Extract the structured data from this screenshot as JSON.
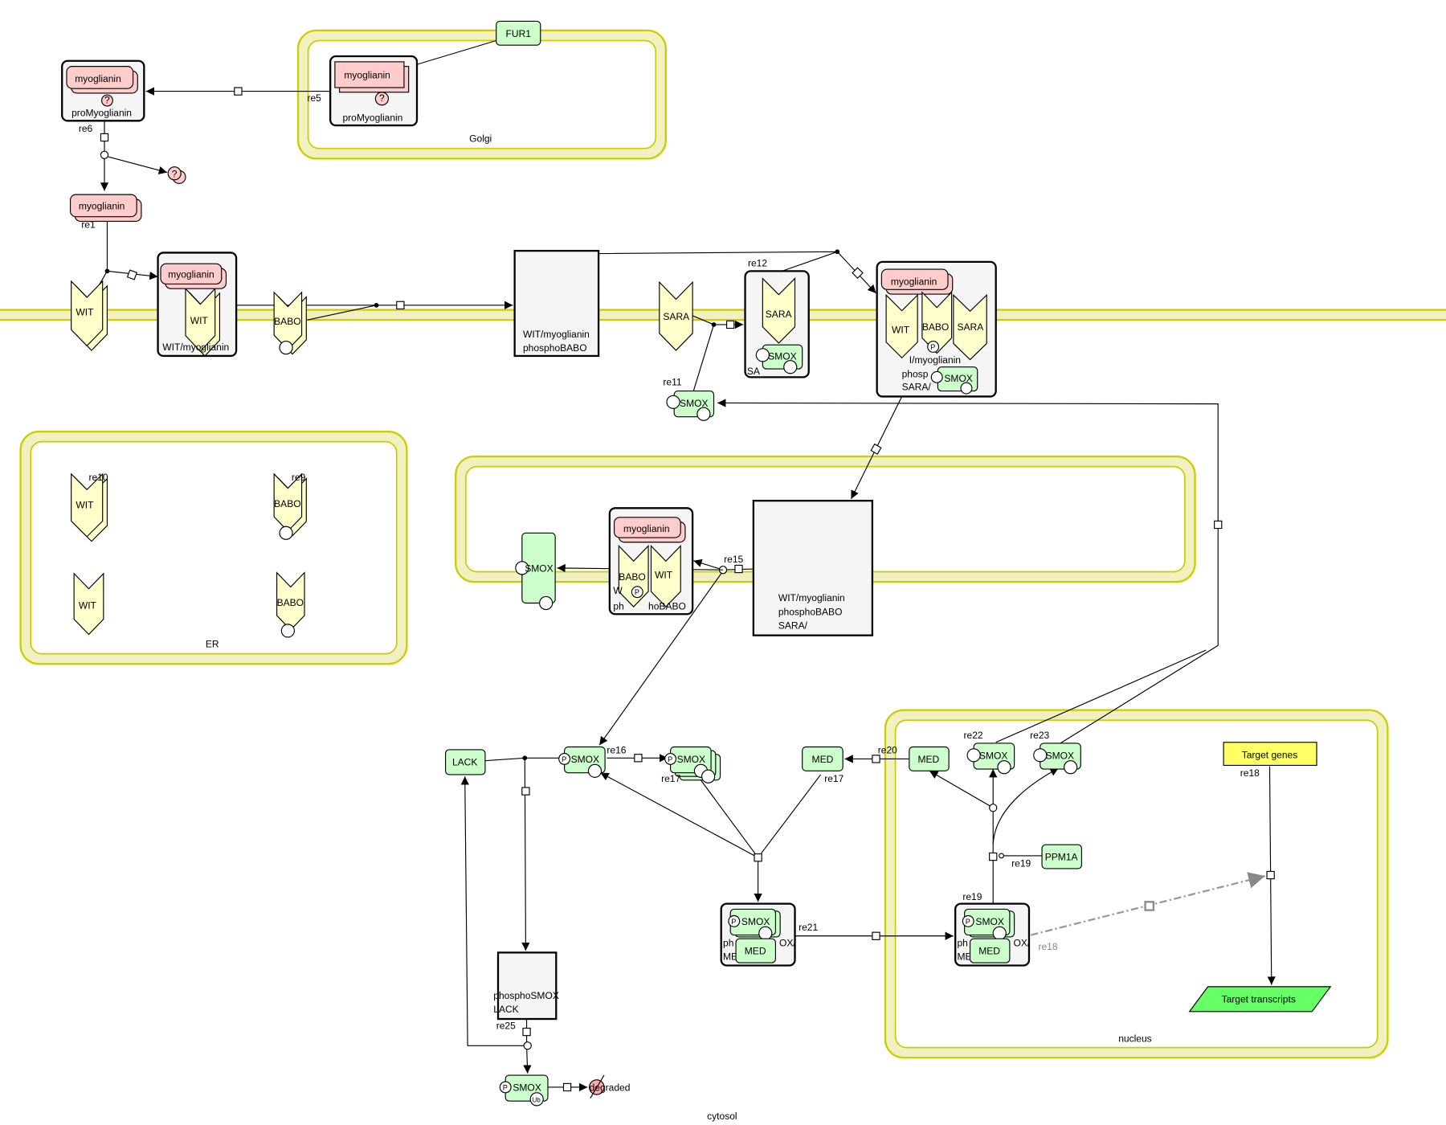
{
  "compartments": {
    "golgi": "Golgi",
    "er": "ER",
    "nucleus": "nucleus",
    "cytosol": "cytosol"
  },
  "species": {
    "fur1": "FUR1",
    "myoglianin": "myoglianin",
    "unknown": "?",
    "promyoglianin": "proMyoglianin",
    "wit": "WIT",
    "babo": "BABO",
    "sara": "SARA",
    "smox": "SMOX",
    "lack": "LACK",
    "med": "MED",
    "ppm1a": "PPM1A",
    "target_genes": "Target genes",
    "target_transcripts": "Target transcripts",
    "degraded": "degraded",
    "p": "P",
    "ub": "Ub"
  },
  "complexes": {
    "wit_myo": "WIT/myoglianin",
    "wit_myo_pbabo_1": "WIT/myoglianin",
    "wit_myo_pbabo_2": "phosphoBABO",
    "sara_smox_trunc": "SA",
    "big_1": "WIT/myoglianin",
    "big_2": "phosphoBABO",
    "big_3": "SARA/",
    "big_trunc_1": "I/myoglianin",
    "big_trunc_2": "phosp",
    "big_trunc_3": "SARA/",
    "mid_trunc_1": "W",
    "mid_trunc_2": "ph",
    "mid_trunc_3": "hoBABO",
    "psmox_lack_1": "phosphoSMOX",
    "psmox_lack_2": "LACK",
    "smox_med_trunc_1": "ph",
    "smox_med_trunc_2": "ME",
    "smox_med_trunc_3": "OX/"
  },
  "reactions": [
    "re5",
    "re6",
    "re1",
    "re10",
    "re9",
    "re12",
    "re11",
    "re15",
    "re16",
    "re17",
    "re20",
    "re22",
    "re23",
    "re18",
    "re19",
    "re21",
    "re25"
  ],
  "colors": {
    "membrane": "#f0f0c0",
    "membrane_border": "#cccc00",
    "protein": "#ccffcc",
    "ligand": "#ffcccc",
    "receptor": "#ffffcc",
    "gene": "#ffff66",
    "rna": "#66ff66"
  }
}
